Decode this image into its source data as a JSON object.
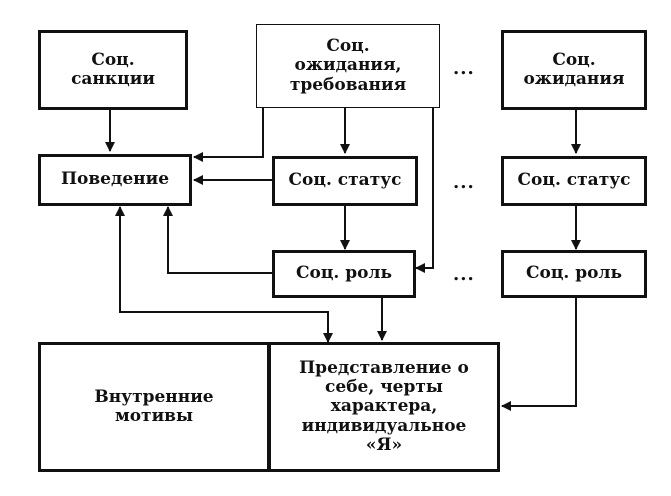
{
  "boxes": {
    "sanctions": "Соц.\nсанкции",
    "expectations_main": "Соц.\nожидания,\nтребования",
    "expectations_right": "Соц.\nожидания",
    "behavior": "Поведение",
    "status_main": "Соц. статус",
    "status_right": "Соц. статус",
    "role_main": "Соц. роль",
    "role_right": "Соц. роль",
    "inner_motives": "Внутренние\nмотивы",
    "self_image": "Представление о\nсебе, черты\nхарактера,\nиндивидуальное\n«Я»"
  },
  "ellipsis": "...",
  "colors": {
    "line": "#111111",
    "background": "#ffffff"
  }
}
